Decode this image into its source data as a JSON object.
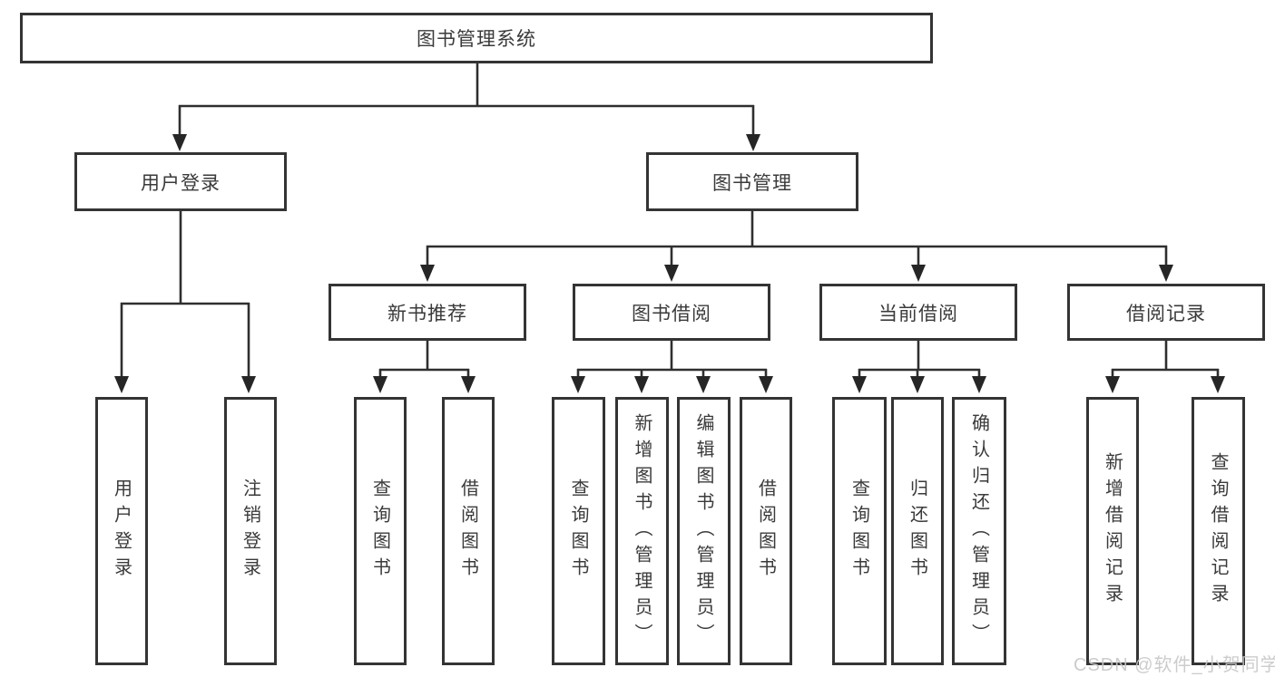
{
  "diagram": {
    "title": "图书管理系统",
    "branches": [
      {
        "label": "用户登录",
        "children": [
          {
            "label": "用户登录"
          },
          {
            "label": "注销登录"
          }
        ]
      },
      {
        "label": "图书管理",
        "groups": [
          {
            "label": "新书推荐",
            "children": [
              {
                "label": "查询图书"
              },
              {
                "label": "借阅图书"
              }
            ]
          },
          {
            "label": "图书借阅",
            "children": [
              {
                "label": "查询图书"
              },
              {
                "label": "新增图书（管理员）"
              },
              {
                "label": "编辑图书（管理员）"
              },
              {
                "label": "借阅图书"
              }
            ]
          },
          {
            "label": "当前借阅",
            "children": [
              {
                "label": "查询图书"
              },
              {
                "label": "归还图书"
              },
              {
                "label": "确认归还（管理员）"
              }
            ]
          },
          {
            "label": "借阅记录",
            "children": [
              {
                "label": "新增借阅记录"
              },
              {
                "label": "查询借阅记录"
              }
            ]
          }
        ]
      }
    ]
  },
  "watermark": "CSDN @软件_小贺同学",
  "colors": {
    "line": "#2f2f2f",
    "arrow": "#262626",
    "border": "#343434",
    "text": "#3a3a3a",
    "watermark_text": "#c7c7c7",
    "background": "#ffffff"
  }
}
